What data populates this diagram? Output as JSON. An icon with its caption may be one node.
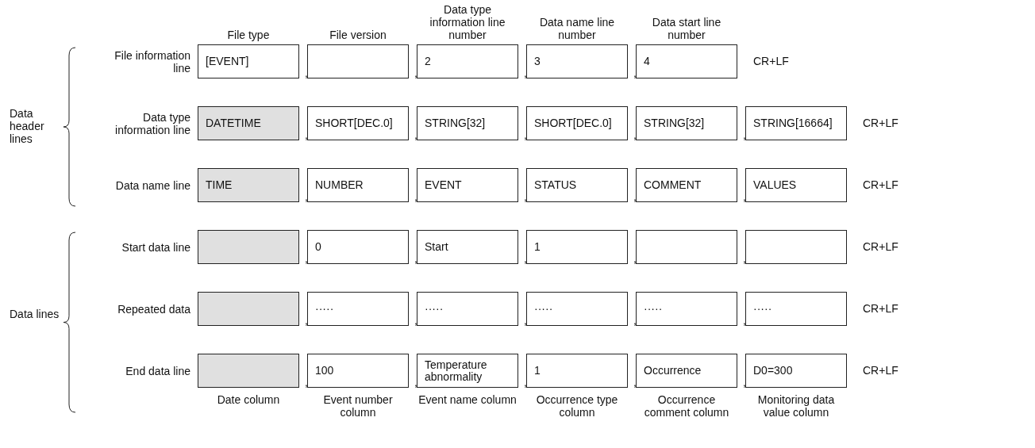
{
  "diagram": {
    "nodes": [
      {
        "text": [
          "[EVENT]"
        ]
      },
      {
        "text": [],
        "shape": "box"
      },
      {
        "text": [
          "2"
        ]
      },
      {
        "text": [
          "3"
        ]
      },
      {
        "text": [
          "4"
        ]
      },
      {
        "text": [
          "DATETIME"
        ]
      },
      {
        "text": [
          "SHORT[DEC.0]"
        ]
      },
      {
        "text": [
          "STRING[32]"
        ]
      },
      {
        "text": [
          "SHORT[DEC.0]"
        ]
      },
      {
        "text": [
          "STRING[32]"
        ]
      },
      {
        "text": [
          "STRING[16664]"
        ]
      },
      {
        "text": [
          "TIME"
        ]
      },
      {
        "text": [
          "NUMBER"
        ]
      },
      {
        "text": [
          "EVENT"
        ]
      },
      {
        "text": [
          "STATUS"
        ]
      },
      {
        "text": [
          "COMMENT"
        ]
      },
      {
        "text": [
          "VALUES"
        ]
      },
      {
        "text": [],
        "shape": "box"
      },
      {
        "text": [
          "0"
        ]
      },
      {
        "text": [
          "Start"
        ]
      },
      {
        "text": [
          "1"
        ]
      },
      {
        "text": [],
        "shape": "box"
      },
      {
        "text": [],
        "shape": "box"
      },
      {
        "text": [],
        "shape": "box"
      },
      {
        "text": [
          "·····"
        ]
      },
      {
        "text": [
          "·····"
        ]
      },
      {
        "text": [
          "·····"
        ]
      },
      {
        "text": [
          "·····"
        ]
      },
      {
        "text": [
          "·····"
        ]
      },
      {
        "text": [],
        "shape": "box"
      },
      {
        "text": [
          "100"
        ]
      },
      {
        "text": [
          "Temperature abnormality"
        ]
      },
      {
        "text": [
          "1"
        ]
      },
      {
        "text": [
          "Occurrence"
        ]
      },
      {
        "text": [
          "D0=300"
        ]
      }
    ],
    "labels": [
      "File type",
      "File version",
      "Data type information line number",
      "Data name line number",
      "Data start line number",
      "Data header lines",
      "File information line",
      ",",
      ",",
      ",",
      ",",
      "CR+LF",
      "Data type information line",
      ",",
      ",",
      ",",
      ",",
      ",",
      "CR+LF",
      "Data name line",
      ",",
      ",",
      ",",
      ",",
      ",",
      "CR+LF",
      "Data lines",
      "Start data line",
      ",",
      ",",
      ",",
      ",",
      ",",
      "CR+LF",
      "Repeated data",
      ",",
      ",",
      ",",
      ",",
      ",",
      "CR+LF",
      "End data line",
      ",",
      ",",
      ",",
      ",",
      ",",
      "CR+LF",
      "Date column",
      "Event number column",
      "Event name column",
      "Occurrence type column",
      "Occurrence comment column",
      "Monitoring data value column"
    ]
  }
}
